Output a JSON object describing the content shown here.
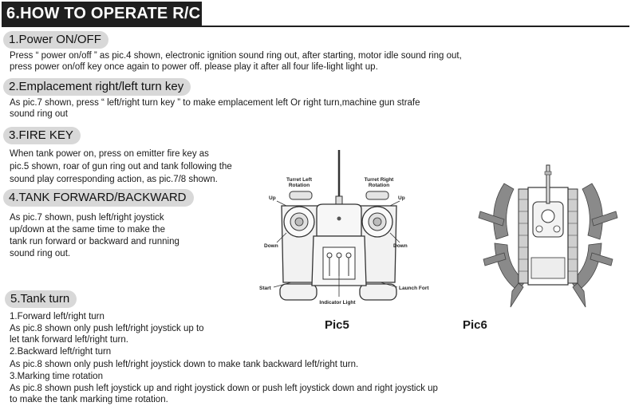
{
  "header": {
    "title": "6.HOW TO OPERATE R/C"
  },
  "sections": [
    {
      "heading": "1.Power ON/OFF",
      "lines": [
        "Press “ power on/off ” as pic.4 shown, electronic ignition sound ring out, after starting, motor idle sound ring out,",
        "press power on/off key once again to power off. please play it after all four life-light light up."
      ]
    },
    {
      "heading": "2.Emplacement right/left turn key",
      "lines": [
        "As pic.7 shown, press “ left/right turn key ” to make emplacement left Or right turn,machine gun strafe",
        "sound ring out"
      ]
    },
    {
      "heading": "3.FIRE KEY",
      "lines": [
        "When tank power on, press on emitter fire key as",
        "pic.5 shown, roar of gun ring out and tank following the",
        "sound play corresponding action, as pic.7/8 shown."
      ]
    },
    {
      "heading": "4.TANK FORWARD/BACKWARD",
      "lines": [
        "As pic.7 shown, push left/right joystick",
        "up/down at the same time to make the",
        "tank run forward or backward and running",
        "sound ring out."
      ]
    },
    {
      "heading": "5.Tank turn",
      "lines": [
        "1.Forward left/right turn",
        "As pic.8 shown only push left/right joystick up to",
        "let tank forward left/right turn.",
        "2.Backward left/right turn",
        "As pic.8 shown only push left/right joystick down to make tank backward left/right turn.",
        "3.Marking time rotation",
        "As pic.8 shown push left joystick up and right joystick down or push left joystick down and right joystick up",
        "   to make the tank marking time rotation."
      ]
    }
  ],
  "figures": {
    "pic5": {
      "caption": "Pic5",
      "labels": {
        "turret_left": [
          "Turret Left",
          "Rotation"
        ],
        "turret_right": [
          "Turret Right",
          "Rotation"
        ],
        "up_left": "Up",
        "up_right": "Up",
        "down_left": "Down",
        "down_right": "Down",
        "start": "Start",
        "launch_fort": "Launch Fort",
        "indicator_light": "Indicator Light"
      }
    },
    "pic6": {
      "caption": "Pic6"
    }
  }
}
